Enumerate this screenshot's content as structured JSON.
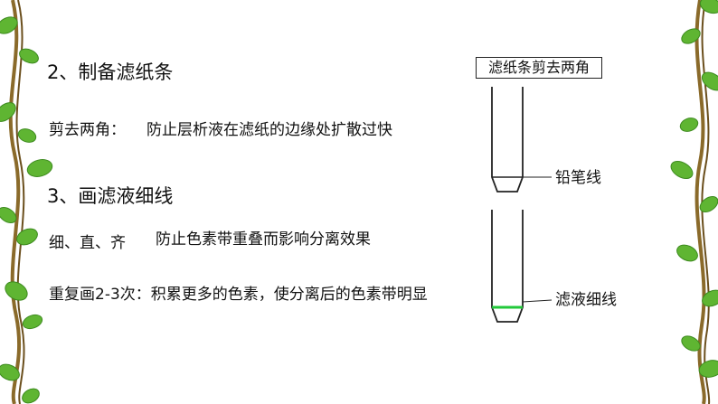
{
  "section_filter_strip": {
    "heading": "2、制备滤纸条",
    "cut_label": "剪去两角：",
    "cut_reason": "防止层析液在滤纸的边缘处扩散过快"
  },
  "section_draw_line": {
    "heading": "3、画滤液细线",
    "requirement_label": "细、直、齐",
    "requirement_reason": "防止色素带重叠而影响分离效果",
    "repeat_text": "重复画2-3次：积累更多的色素，使分离后的色素带明显"
  },
  "diagram": {
    "top_caption": "滤纸条剪去两角",
    "pencil_line_label": "铅笔线",
    "filtrate_line_label": "滤液细线",
    "filtrate_line_color": "#22c83a"
  },
  "decor": {
    "vine_color": "#8a6a2a",
    "leaf_color": "#5fb532"
  }
}
